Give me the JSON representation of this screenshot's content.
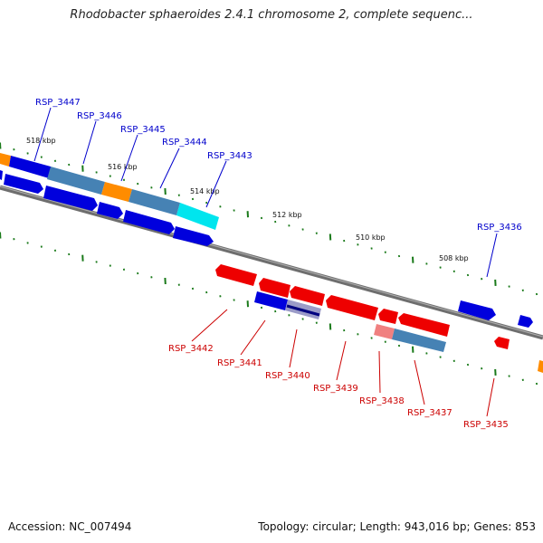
{
  "header": {
    "title": "Rhodobacter sphaeroides 2.4.1 chromosome 2, complete sequenc..."
  },
  "footer": {
    "accession": "Accession: NC_007494",
    "topology": "Topology: circular; Length: 943,016 bp; Genes: 853"
  },
  "scale_labels": [
    "518 kbp",
    "516 kbp",
    "514 kbp",
    "512 kbp",
    "510 kbp",
    "508 kbp"
  ],
  "gene_labels": {
    "forward": [
      "RSP_3447",
      "RSP_3446",
      "RSP_3445",
      "RSP_3444",
      "RSP_3443",
      "RSP_3436"
    ],
    "reverse": [
      "RSP_3442",
      "RSP_3441",
      "RSP_3440",
      "RSP_3439",
      "RSP_3438",
      "RSP_3437",
      "RSP_3435"
    ]
  },
  "colors": {
    "forward_label": "#0000cc",
    "reverse_label": "#cc0000",
    "forward_gene": "#0000dd",
    "reverse_gene": "#ee0000",
    "tick": "#1a7a1a",
    "backbone": "#7a7a7a",
    "steelblue": "#4682b4",
    "orange": "#ff8c00",
    "cyan": "#00e5ee",
    "pink": "#f08080"
  }
}
